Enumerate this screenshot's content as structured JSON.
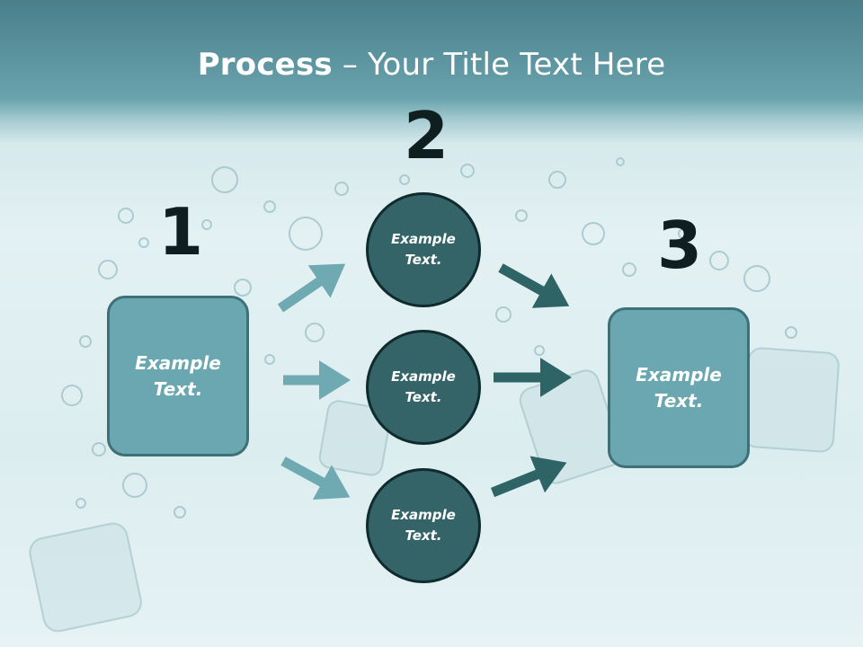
{
  "title": {
    "bold": "Process",
    "rest": " – Your Title Text Here"
  },
  "steps": [
    {
      "number": "1",
      "line1": "Example",
      "line2": "Text."
    },
    {
      "number": "2"
    },
    {
      "number": "3",
      "line1": "Example",
      "line2": "Text."
    }
  ],
  "circles": [
    {
      "line1": "Example",
      "line2": "Text."
    },
    {
      "line1": "Example",
      "line2": "Text."
    },
    {
      "line1": "Example",
      "line2": "Text."
    }
  ],
  "colors": {
    "box_fill": "#6ba7b1",
    "circle_fill": "#346467",
    "arrow_light": "#6fa9b2",
    "arrow_dark": "#2f6467",
    "number_color": "#0f1f1f"
  }
}
